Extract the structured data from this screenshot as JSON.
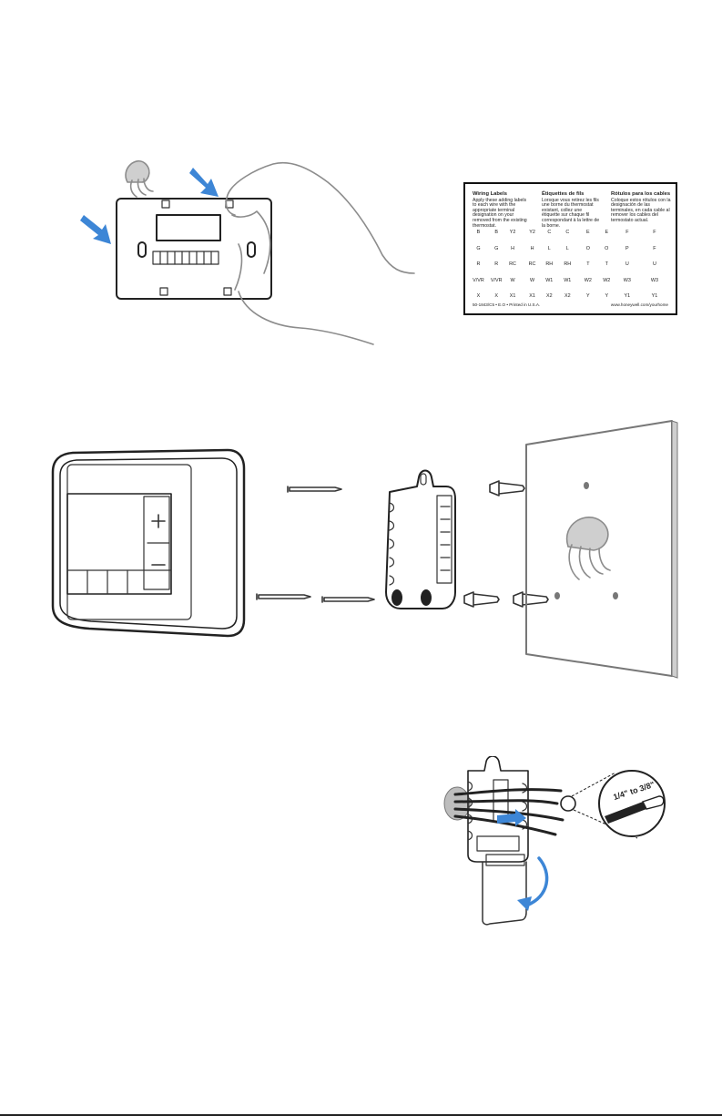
{
  "wiring_label_card": {
    "headings": [
      {
        "title": "Wiring Labels",
        "text": "Apply these adding labels to each wire with the appropriate terminal designation on your removed from the existing thermostat."
      },
      {
        "title": "Étiquettes de fils",
        "text": "Lorsque vous retirez les fils une borne du thermostat existant, collez une étiquette sur chaque fil correspondant à la lettre de la borne."
      },
      {
        "title": "Rótulos para los cables",
        "text": "Coloque estos rótulos con la designación de las terminales, en cada cable al remover los cables del termostato actual."
      }
    ],
    "rows": [
      [
        "B",
        "B",
        "Y2",
        "Y2",
        "C",
        "C",
        "E",
        "E",
        "F",
        "F"
      ],
      [
        "G",
        "G",
        "H",
        "H",
        "L",
        "L",
        "O",
        "O",
        "P",
        "F"
      ],
      [
        "R",
        "R",
        "RC",
        "RC",
        "RH",
        "RH",
        "T",
        "T",
        "U",
        "U"
      ],
      [
        "V/VR",
        "V/VR",
        "W",
        "W",
        "W1",
        "W1",
        "W2",
        "W2",
        "W3",
        "W3"
      ],
      [
        "X",
        "X",
        "X1",
        "X1",
        "X2",
        "X2",
        "Y",
        "Y",
        "Y1",
        "Y1"
      ]
    ],
    "footer_left": "50-1843/C5   •   E.O   •   Printed in U.S.A.",
    "footer_right": "www.honeywell.com/yourhome"
  },
  "wire_strip_callout": "1/4\" to 3/8\"",
  "colors": {
    "arrow": "#3d86d6",
    "line": "#222222",
    "sketch": "#8c8c8c"
  },
  "icons": [
    "rolled-label-icon",
    "arrow-icon",
    "plus-icon",
    "minus-icon"
  ]
}
